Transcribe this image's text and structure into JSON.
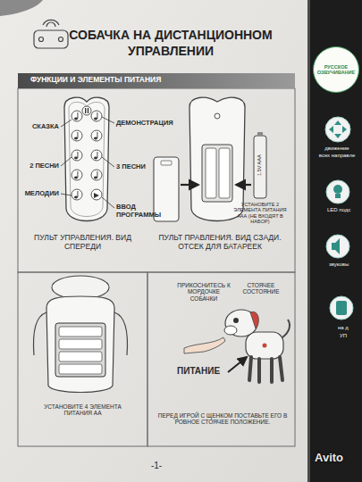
{
  "diagram": {
    "title": "СОБАЧКА НА ДИСТАНЦИОННОМ УПРАВЛЕНИИ",
    "nodes": [
      {
        "text": [
          "ФУНКЦИИ И ЭЛЕМЕНТЫ ПИТАНИЯ"
        ]
      },
      {
        "text": [
          "РУССКОЕ ОЗВУЧИВАНИЕ"
        ]
      }
    ],
    "labels": [
      "СКАЗКА",
      "ДЕМОНСТРАЦИЯ",
      "2 ПЕСНИ",
      "3 ПЕСНИ",
      "МЕЛОДИИ",
      "ВВОД ПРОГРАММЫ",
      "ПУЛЬТ УПРАВЛЕНИЯ. ВИД СПЕРЕДИ",
      "ПУЛЬТ ПРАВЛЕНИЯ. ВИД СЗАДИ. ОТСЕК ДЛЯ БАТАРЕЕК",
      "1.5V AAA",
      "УСТАНОВИТЕ 2 ЭЛЕМЕНТА ПИТАНИЯ ААА (НЕ ВХОДЯТ В НАБОР)",
      "УСТАНОВИТЕ 4 ЭЛЕМЕНТА ПИТАНИЯ АА",
      "ПРИКОСНИТЕСЬ К МОРДОЧКЕ СОБАЧКИ",
      "СТОЯЧЕЕ СОСТОЯНИЕ",
      "ПИТАНИЕ",
      "ПЕРЕД ИГРОЙ С ЩЕНКОМ ПОСТАВЬТЕ ЕГО В РОВНОЕ СТОЯЧЕЕ ПОЛОЖЕНИЕ.",
      "-1-",
      "движение",
      "всех направле",
      "LED подс",
      "звуковы",
      "на д",
      "УП",
      "Avito"
    ]
  }
}
